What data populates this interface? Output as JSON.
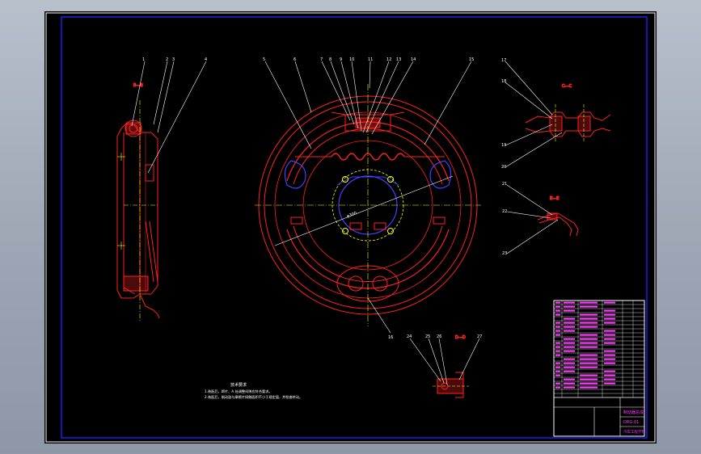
{
  "notes": {
    "title": "技术要求",
    "line1": "1.装配后，蹄片、A 处调整间隙应符合要求。",
    "line2": "2.装配后，制动鼓与摩擦片接触面积不小于规定值，并检查转动。"
  },
  "views": {
    "left": "B—B",
    "top_right": "C—C",
    "mid_right": "E—E",
    "bottom": "D—D"
  },
  "balloons": {
    "left_view": [
      "1",
      "2",
      "3",
      "4"
    ],
    "main_view_top": [
      "5",
      "6",
      "7",
      "8",
      "9",
      "10",
      "11",
      "12",
      "13",
      "14"
    ],
    "main_view_right": "15",
    "main_view_bottom": "16",
    "top_right_view": [
      "17",
      "18",
      "19",
      "20"
    ],
    "mid_right_view": [
      "21",
      "22",
      "23"
    ],
    "bottom_view": [
      "24",
      "25",
      "26",
      "27"
    ]
  },
  "dimension": "φ300",
  "title_block": {
    "part_name": "制动器总成",
    "drawing_no": "DRG-01",
    "org": "汽车工程学院"
  },
  "colors": {
    "page_bg": "#000000",
    "frame": "#2020ff",
    "outline": "#ff2020",
    "centerline": "#ffff00",
    "hidden": "#4040ff",
    "text": "#ffffff",
    "title_text": "#ff3cff"
  }
}
